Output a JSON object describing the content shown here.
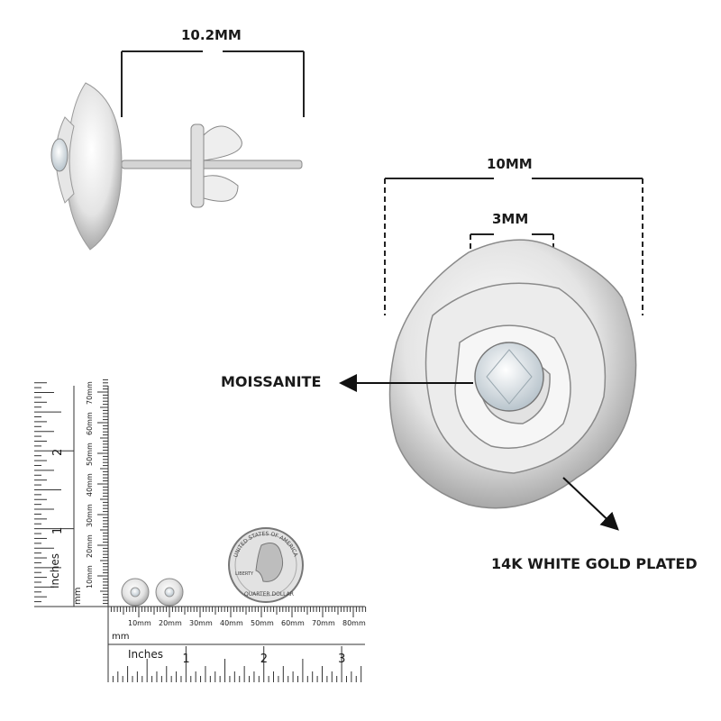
{
  "dimensions": {
    "side_width": "10.2MM",
    "front_width": "10MM",
    "stone_width": "3MM"
  },
  "callouts": {
    "stone": "MOISSANITE",
    "metal": "14K WHITE GOLD PLATED"
  },
  "rulers": {
    "mm_unit": "mm",
    "inch_unit": "Inches",
    "mm_labels": [
      "10mm",
      "20mm",
      "30mm",
      "40mm",
      "50mm",
      "60mm",
      "70mm",
      "80mm"
    ],
    "vertical_mm_labels": [
      "10mm",
      "20mm",
      "30mm",
      "40mm",
      "50mm",
      "60mm",
      "70mm"
    ],
    "inch_labels": [
      "1",
      "2",
      "3"
    ],
    "vertical_inch_labels": [
      "1",
      "2"
    ]
  },
  "coin": {
    "top_text": "UNITED STATES OF AMERICA",
    "left_text": "LIBERTY",
    "bottom_text": "QUARTER DOLLAR"
  },
  "colors": {
    "text": "#1a1a1a",
    "metal": "#d9d9d9",
    "line": "#222222"
  }
}
